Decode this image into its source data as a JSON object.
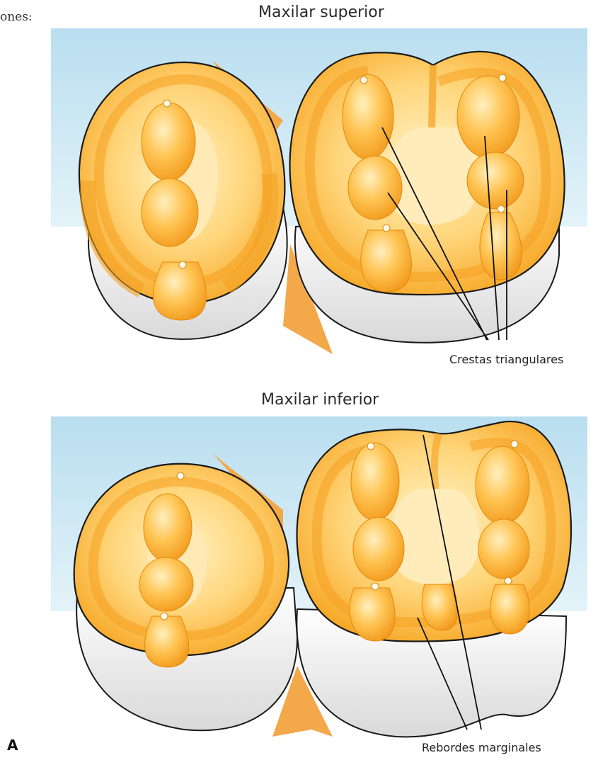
{
  "margin_text": "ones:",
  "upper": {
    "title": "Maxilar superior",
    "label": "Crestas triangulares"
  },
  "lower": {
    "title": "Maxilar inferior",
    "label": "Rebordes marginales"
  },
  "panel_letter": "A",
  "colors": {
    "background_sky": "#c7e6f2",
    "enamel_orange": "#f6a623",
    "enamel_light": "#ffe6a0",
    "root_white": "#f1f1f1",
    "gum_orange": "#f0a040",
    "outline": "#1a1a1a"
  }
}
